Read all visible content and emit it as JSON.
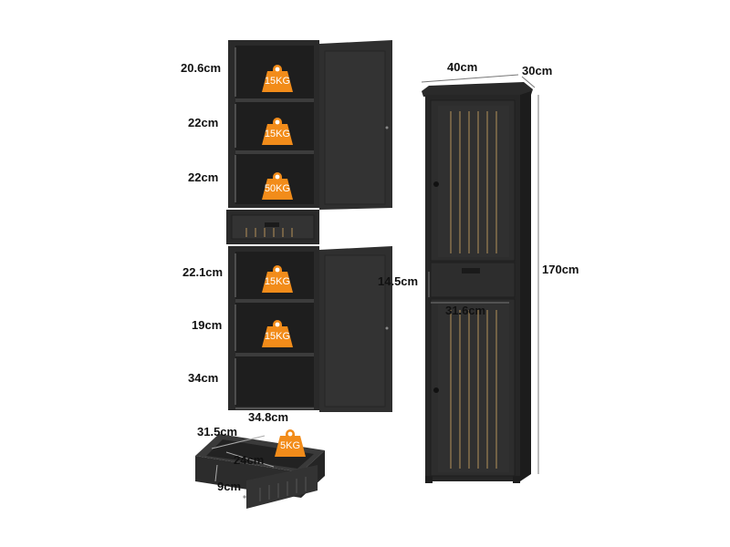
{
  "colors": {
    "cabinet": "#2b2b2b",
    "cabinet_dark": "#1c1c1c",
    "shelf": "#3a3a3a",
    "gold_stripe": "#b5925a",
    "weight_badge": "#f28c1a",
    "dimension_line": "#666666"
  },
  "open_cabinet": {
    "upper_heights": [
      "20.6cm",
      "22cm",
      "22cm"
    ],
    "lower_heights": [
      "22.1cm",
      "19cm",
      "34cm"
    ],
    "width": "34.8cm",
    "upper_loads": [
      "15KG",
      "15KG",
      "50KG"
    ],
    "lower_loads": [
      "15KG",
      "15KG"
    ]
  },
  "drawer_detail": {
    "width": "31.5cm",
    "depth": "24cm",
    "height": "9cm",
    "load": "5KG"
  },
  "front_cabinet": {
    "width": "40cm",
    "depth": "30cm",
    "height": "170cm",
    "drawer_height": "14.5cm",
    "drawer_width": "31.6cm"
  },
  "icons": {
    "weight": "weight-icon"
  }
}
